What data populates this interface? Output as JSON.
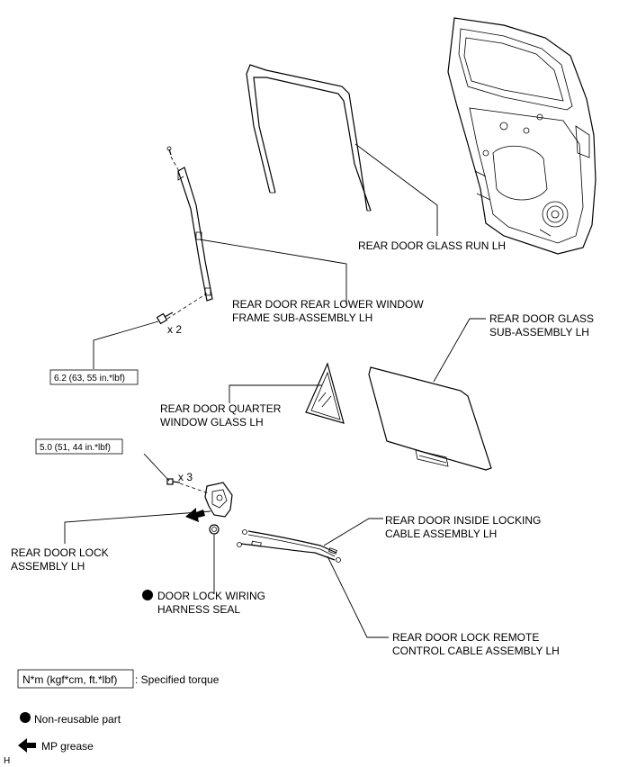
{
  "labels": {
    "glass_run": "REAR DOOR GLASS RUN LH",
    "lower_frame_1": "REAR DOOR REAR LOWER WINDOW",
    "lower_frame_2": "FRAME SUB-ASSEMBLY LH",
    "glass_sub_1": "REAR DOOR GLASS",
    "glass_sub_2": "SUB-ASSEMBLY LH",
    "quarter_1": "REAR DOOR QUARTER",
    "quarter_2": "WINDOW GLASS LH",
    "lock_1": "REAR DOOR LOCK",
    "lock_2": "ASSEMBLY LH",
    "seal_1": "DOOR LOCK WIRING",
    "seal_2": "HARNESS SEAL",
    "inside_cable_1": "REAR DOOR INSIDE LOCKING",
    "inside_cable_2": "CABLE ASSEMBLY LH",
    "remote_cable_1": "REAR DOOR LOCK REMOTE",
    "remote_cable_2": "CONTROL CABLE ASSEMBLY LH"
  },
  "quantities": {
    "bolts_frame": "x 2",
    "screws_lock": "x 3"
  },
  "torques": {
    "frame_bolt": "6.2 (63, 55 in.*lbf)",
    "lock_screw": "5.0 (51, 44 in.*lbf)"
  },
  "legend": {
    "torque_box": "N*m (kgf*cm, ft.*lbf)",
    "torque_text": ": Specified torque",
    "nonreusable_text": "Non-reusable part",
    "grease_text": "MP grease"
  },
  "corner_mark": "H"
}
